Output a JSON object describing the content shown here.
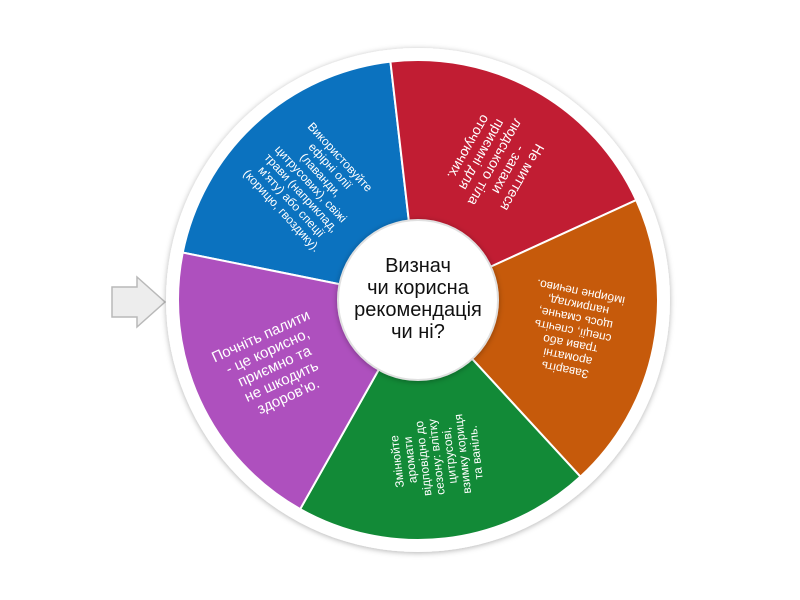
{
  "center_label": "Визнач\nчи корисна\nрекомендація\nчи ні?",
  "pointer_icon": "right-arrow-icon",
  "segments": [
    {
      "color": "#0b72bf",
      "lines": [
        "Використовуйте",
        "ефірні олії",
        "(лаванди,",
        "цитрусових), свіжі",
        "трави (наприклад,",
        "м'яту) або спеції",
        "(корицю, гвоздику)."
      ],
      "font": 12
    },
    {
      "color": "#c11d33",
      "lines": [
        "Не миттеся",
        "- запахи",
        "людського тіла",
        "приємні для",
        "оточуючих."
      ],
      "font": 14
    },
    {
      "color": "#c65a0b",
      "lines": [
        "Заваріть",
        "ароматні",
        "трави або",
        "спеції, спечіть",
        "щось смачне,",
        "наприклад,",
        "імбирне печиво."
      ],
      "font": 12
    },
    {
      "color": "#128a37",
      "lines": [
        "Змінюйте",
        "аромати",
        "відповідно до",
        "сезону: влітку",
        "цитрусові,",
        "взимку кориця",
        "та ваніль."
      ],
      "font": 12
    },
    {
      "color": "#ae50be",
      "lines": [
        "Почніть палити",
        "- це корисно,",
        "приємно та",
        "не шкодить",
        "здоров'ю."
      ],
      "font": 15
    }
  ]
}
